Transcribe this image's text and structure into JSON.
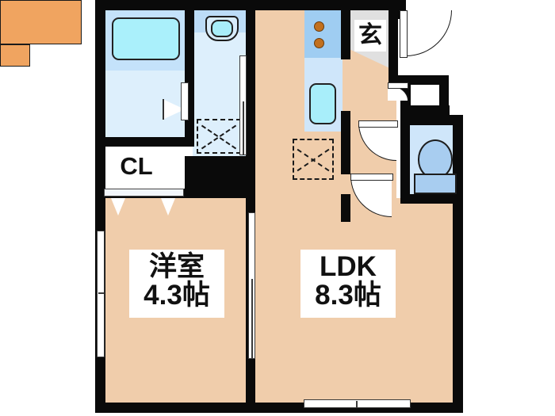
{
  "plan": {
    "type": "japanese-apartment-floor-plan",
    "layout_name": "1LDK",
    "background_color": "#ffffff",
    "wall_color": "#0a0a0a",
    "floor_color": "#f0cdab",
    "wet_floor_color": "#ddeffc",
    "closet_color": "#f0a460",
    "genkan_color": "#e0e0e0"
  },
  "rooms": [
    {
      "id": "washitsu",
      "name_line1": "洋室",
      "name_line2": "4.3帖",
      "area_jo": 4.3,
      "kind": "western-room"
    },
    {
      "id": "ldk",
      "name_line1": "LDK",
      "name_line2": "8.3帖",
      "area_jo": 8.3,
      "kind": "living-dining-kitchen"
    },
    {
      "id": "closet",
      "name_line1": "CL",
      "kind": "closet"
    },
    {
      "id": "genkan",
      "name_line1": "玄",
      "kind": "entrance"
    }
  ],
  "fixtures": [
    {
      "id": "bathtub",
      "label": "bathtub"
    },
    {
      "id": "unit-bath",
      "label": "unit-bath"
    },
    {
      "id": "washbasin",
      "label": "washbasin"
    },
    {
      "id": "washer-space",
      "label": "washing-machine-space"
    },
    {
      "id": "stove",
      "label": "two-burner-stove",
      "burners": 2
    },
    {
      "id": "kitchen-sink",
      "label": "kitchen-sink"
    },
    {
      "id": "refrigerator-space",
      "label": "refrigerator-space"
    },
    {
      "id": "toilet",
      "label": "toilet"
    },
    {
      "id": "shoe-box",
      "label": "shoe-box"
    }
  ],
  "openings": [
    {
      "id": "entrance-door",
      "label": "entrance-door",
      "type": "hinged"
    },
    {
      "id": "toilet-door",
      "label": "toilet-door",
      "type": "hinged"
    },
    {
      "id": "ldk-door",
      "label": "ldk-door",
      "type": "hinged"
    },
    {
      "id": "corridor-door",
      "label": "corridor-door",
      "type": "hinged"
    },
    {
      "id": "bath-door",
      "label": "bath-door",
      "type": "folding"
    },
    {
      "id": "washroom-door",
      "label": "washroom-door",
      "type": "sliding"
    },
    {
      "id": "room-partition-door",
      "label": "room-partition-sliding-door",
      "type": "sliding"
    },
    {
      "id": "closet-doors",
      "label": "closet-folding-doors",
      "type": "folding"
    },
    {
      "id": "west-window",
      "label": "west-window",
      "type": "sliding-window"
    },
    {
      "id": "south-window",
      "label": "south-window",
      "type": "sliding-window"
    }
  ]
}
